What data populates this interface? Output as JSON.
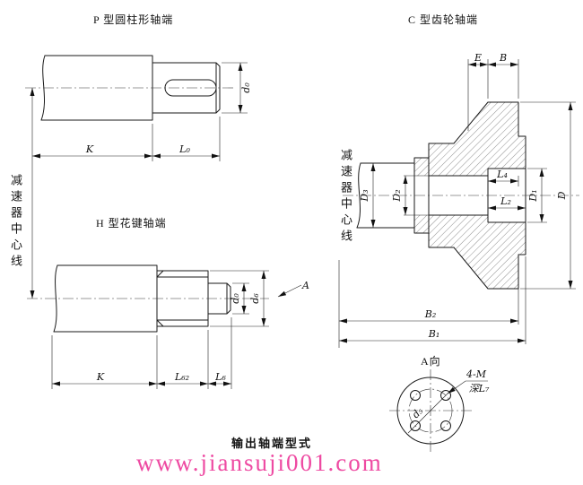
{
  "titles": {
    "p": "P 型圆柱形轴端",
    "c": "C 型齿轮轴端",
    "h": "H 型花键轴端",
    "view_a": "A向",
    "footer": "输出轴端型式",
    "watermark": "www.jiansuji001.com"
  },
  "axis": {
    "left": "减速器中心线",
    "right": "减速器中心线"
  },
  "dims": {
    "p_k": "K",
    "p_l0": "L₀",
    "p_d0": "d₀",
    "h_k": "K",
    "h_l62": "L₆₂",
    "h_l6": "L₆",
    "h_d0": "d₀",
    "h_d6": "d₆",
    "h_view": "A",
    "c_e": "E",
    "c_b": "B",
    "c_d3": "D₃",
    "c_d2": "D₂",
    "c_d1": "D₁",
    "c_d": "D",
    "c_l4": "L₄",
    "c_l2": "L₂",
    "c_b2": "B₂",
    "c_b1": "B₁",
    "a_bolt": "4-M",
    "a_depth": "深L₇",
    "a_d5": "d₅"
  },
  "colors": {
    "line": "#1a1a1a",
    "watermark": "#ee4aa2"
  }
}
